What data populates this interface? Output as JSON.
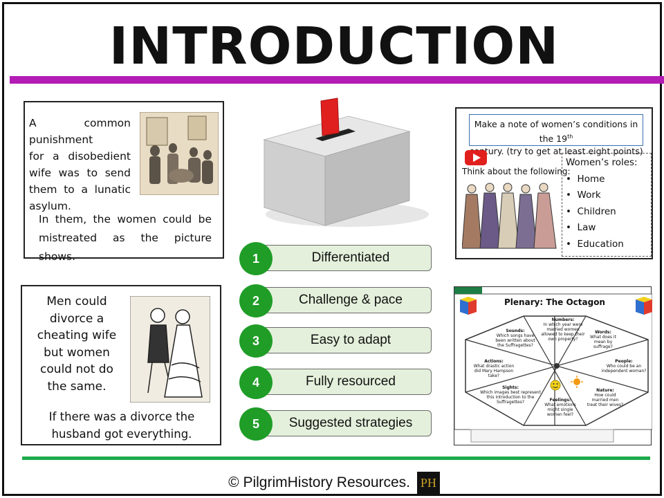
{
  "title": "INTRODUCTION",
  "colors": {
    "title_rule": "#b41cb6",
    "step_circle": "#1f9d27",
    "step_bar": "#e4f0db",
    "bottom_rule": "#1eaa4d"
  },
  "card1": {
    "text_lines": [
      "A common punishment",
      "for a disobedient",
      "wife was to send",
      "them to a lunatic",
      "asylum."
    ],
    "caption_lines": [
      "In them, the women could be",
      "mistreated as the picture shows."
    ]
  },
  "card2": {
    "text_lines": [
      "Men could",
      "divorce a",
      "cheating wife",
      "but women",
      "could not do",
      "the same."
    ],
    "caption_lines": [
      "If there was a divorce the",
      "husband got everything."
    ]
  },
  "card3": {
    "task_line1": "Make a note of women’s conditions in the 19",
    "task_sup": "th",
    "task_line2": "century. (try to get at least eight points)",
    "think": "Think about the following:",
    "roles_title": "Women’s roles:",
    "roles": [
      "Home",
      "Work",
      "Children",
      "Law",
      "Education"
    ]
  },
  "card4": {
    "title": "Plenary: The Octagon",
    "segments": [
      {
        "head": "Numbers:",
        "lines": [
          "In which year were",
          "married women",
          "allowed to keep their",
          "own property?"
        ]
      },
      {
        "head": "Words:",
        "lines": [
          "What does it",
          "mean by",
          "suffrage?"
        ]
      },
      {
        "head": "People:",
        "lines": [
          "Who could be an",
          "independent woman?"
        ]
      },
      {
        "head": "Nature:",
        "lines": [
          "How could",
          "married men",
          "treat their wives?"
        ]
      },
      {
        "head": "Feelings:",
        "lines": [
          "What emotions",
          "might single",
          "women feel?"
        ]
      },
      {
        "head": "Sights:",
        "lines": [
          "Which images best represent",
          "this introduction to the",
          "Suffragettes?"
        ]
      },
      {
        "head": "Actions:",
        "lines": [
          "What drastic action",
          "did Mary Hampson",
          "take?"
        ]
      },
      {
        "head": "Sounds:",
        "lines": [
          "Which songs have",
          "been written about",
          "the Suffragettes?"
        ]
      }
    ]
  },
  "steps": [
    {
      "num": "1",
      "label": "Differentiated"
    },
    {
      "num": "2",
      "label": "Challenge & pace"
    },
    {
      "num": "3",
      "label": "Easy to adapt"
    },
    {
      "num": "4",
      "label": "Fully resourced"
    },
    {
      "num": "5",
      "label": "Suggested strategies"
    }
  ],
  "footer": {
    "text": "© PilgrimHistory Resources.",
    "logo": "PH"
  }
}
